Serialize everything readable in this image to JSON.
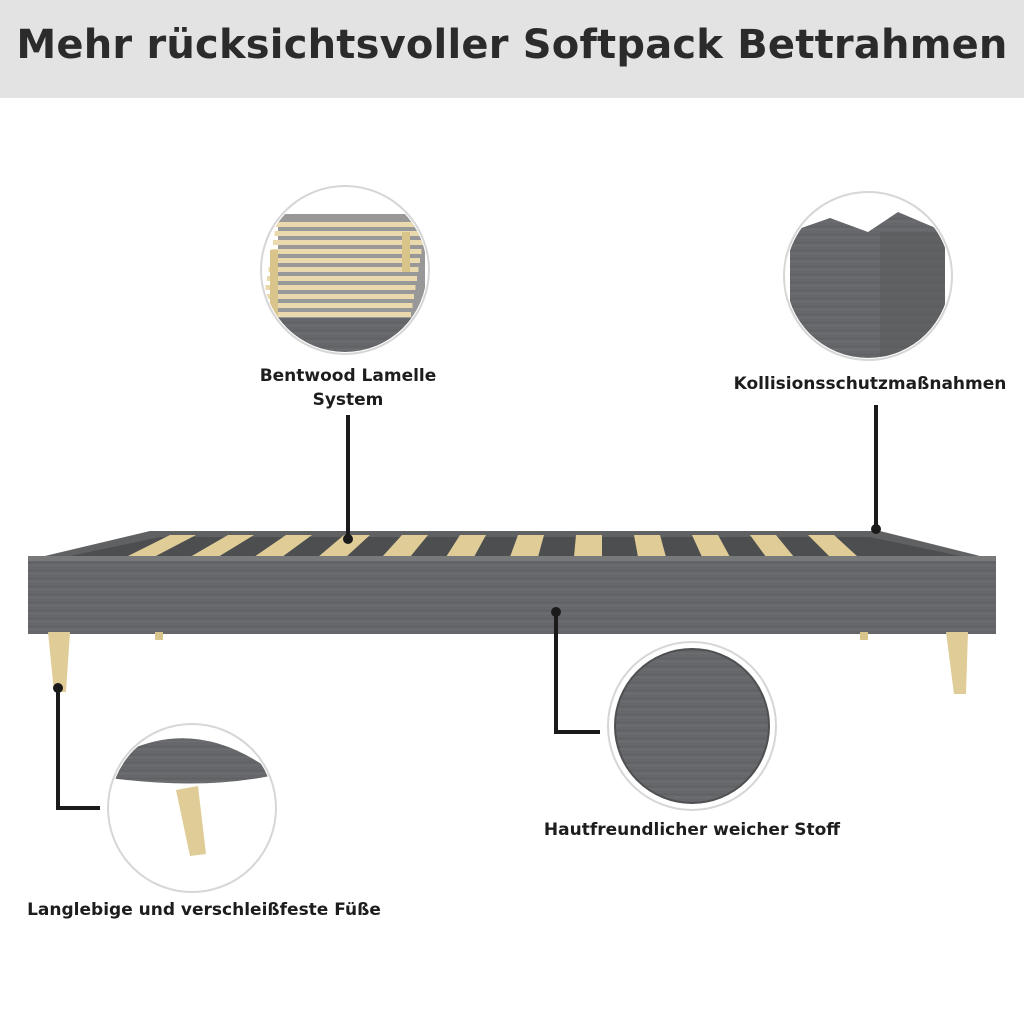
{
  "title": "Mehr rücksichtsvoller Softpack Bettrahmen",
  "features": {
    "slats": {
      "line1": "Bentwood Lamelle",
      "line2": "System"
    },
    "corner": "Kollisionsschutzmaßnahmen",
    "legs": "Langlebige und verschleißfeste Füße",
    "fabric": "Hautfreundlicher weicher Stoff"
  },
  "colors": {
    "fabric": "#666869",
    "fabric_dark": "#555758",
    "wood": "#e0cc97",
    "banner": "#e3e3e3",
    "leader": "#1a1a1a"
  }
}
